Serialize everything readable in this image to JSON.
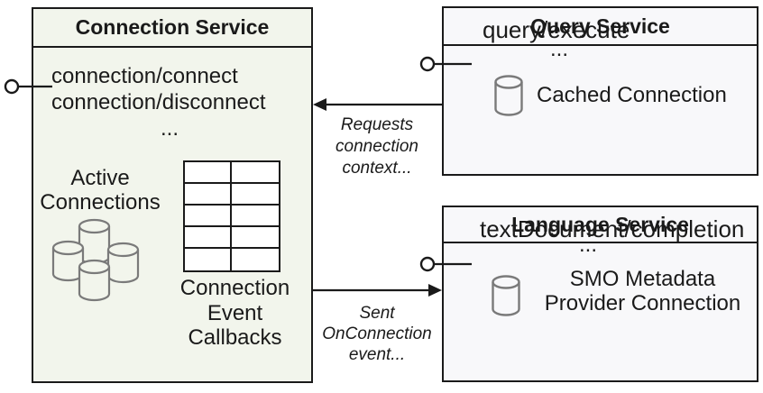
{
  "colors": {
    "connection_box_fill": "#f2f5ec",
    "service_box_fill": "#f8f8fa",
    "border_and_text": "#1a1a1a",
    "icon_stroke": "#7a7a7a",
    "table_fill": "#ffffff"
  },
  "connection_service": {
    "title": "Connection Service",
    "methods": [
      "connection/connect",
      "connection/disconnect"
    ],
    "ellipsis": "...",
    "active_connections": {
      "icon": "database-cylinder-cluster-icon",
      "lines": [
        "Active",
        "Connections"
      ]
    },
    "event_callbacks": {
      "table": {
        "rows": 5,
        "cols": 2
      },
      "lines": [
        "Connection",
        "Event",
        "Callbacks"
      ]
    }
  },
  "query_service": {
    "title": "Query Service",
    "method": "query/execute",
    "ellipsis": "...",
    "cached_connection": {
      "icon": "database-cylinder-icon",
      "label": "Cached Connection"
    }
  },
  "language_service": {
    "title": "Language Service",
    "method": "textDocument/completion",
    "ellipsis": "...",
    "provider_connection": {
      "icon": "database-cylinder-icon",
      "lines": [
        "SMO Metadata",
        "Provider Connection"
      ]
    }
  },
  "arrows": {
    "requests": {
      "label_lines": [
        "Requests",
        "connection",
        "context..."
      ]
    },
    "sent": {
      "label_lines": [
        "Sent",
        "OnConnection",
        "event..."
      ]
    }
  }
}
